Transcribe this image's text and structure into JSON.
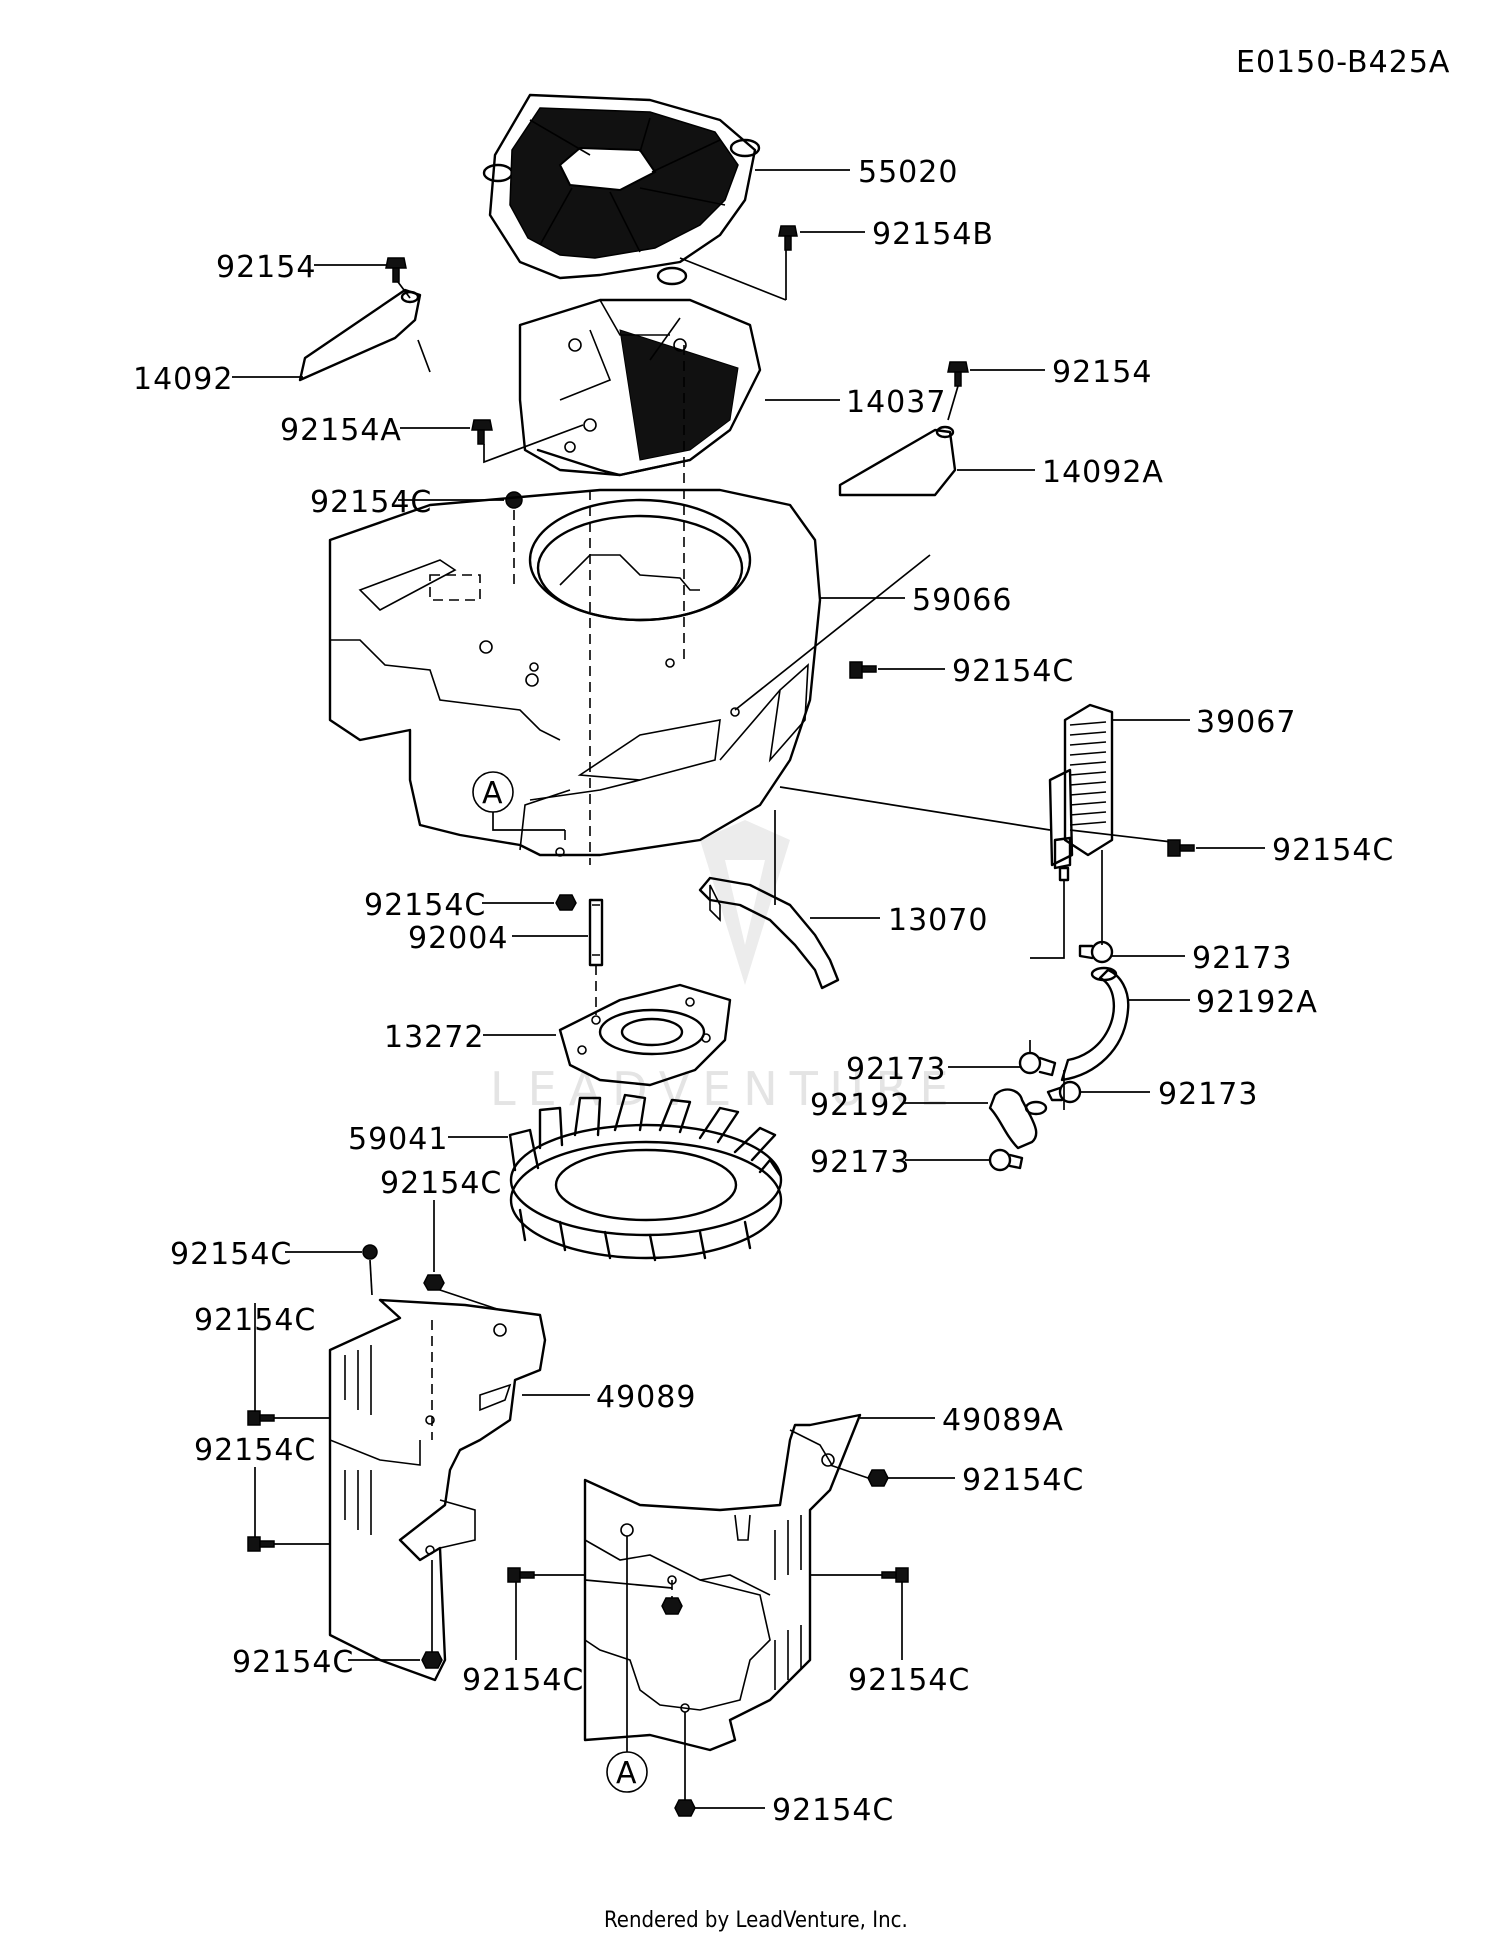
{
  "diagram_code": "E0150-B425A",
  "footer": "Rendered by LeadVenture, Inc.",
  "watermark": "LEADVENTURE",
  "callout_letter": "A",
  "labels": {
    "p55020": "55020",
    "p92154B": "92154B",
    "p92154_left": "92154",
    "p14092": "14092",
    "p92154A": "92154A",
    "p14037": "14037",
    "p92154_right": "92154",
    "p14092A": "14092A",
    "p92154C_top": "92154C",
    "p59066": "59066",
    "p92154C_mid": "92154C",
    "p39067": "39067",
    "p92154C_rad": "92154C",
    "p92154C_stud": "92154C",
    "p92004": "92004",
    "p13070": "13070",
    "p92173_a": "92173",
    "p92192A": "92192A",
    "p13272": "13272",
    "p92173_b": "92173",
    "p92192": "92192",
    "p92173_c": "92173",
    "p92173_d": "92173",
    "p59041": "59041",
    "p92154C_fan": "92154C",
    "p92154C_shL": "92154C",
    "p92154C_L1": "92154C",
    "p49089": "49089",
    "p92154C_L2": "92154C",
    "p49089A": "49089A",
    "p92154C_R1": "92154C",
    "p92154C_Lbot": "92154C",
    "p92154C_R2": "92154C",
    "p92154C_R3": "92154C",
    "p92154C_bot": "92154C"
  }
}
